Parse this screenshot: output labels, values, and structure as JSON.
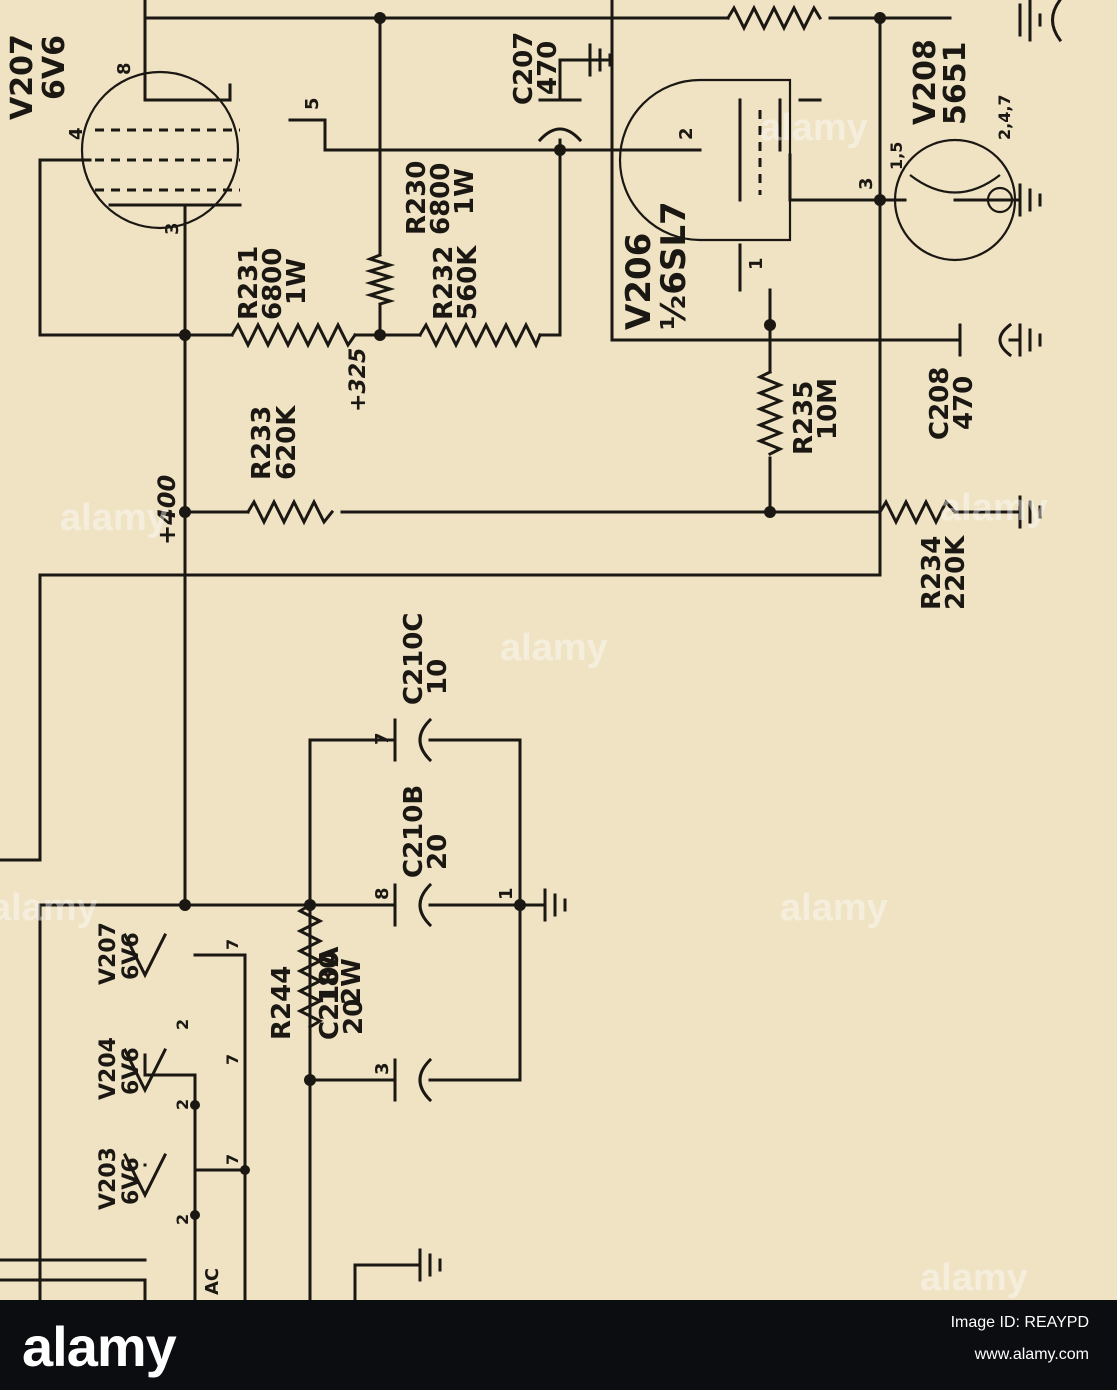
{
  "schematic": {
    "tubes": [
      {
        "ref": "V207",
        "type": "6V6"
      },
      {
        "ref": "V206",
        "type": "½6SL7"
      },
      {
        "ref": "V208",
        "type": "5651"
      }
    ],
    "resistors": [
      {
        "ref": "R231",
        "value": "6800",
        "rating": "1W"
      },
      {
        "ref": "R230",
        "value": "6800",
        "rating": "1W"
      },
      {
        "ref": "R232",
        "value": "560K"
      },
      {
        "ref": "R233",
        "value": "620K"
      },
      {
        "ref": "R235",
        "value": "10M"
      },
      {
        "ref": "R234",
        "value": "220K"
      },
      {
        "ref": "R244",
        "value": "180",
        "rating": "2W"
      }
    ],
    "capacitors": [
      {
        "ref": "C207",
        "value": "470"
      },
      {
        "ref": "C208",
        "value": "470"
      },
      {
        "ref": "C210C",
        "value": "10"
      },
      {
        "ref": "C210B",
        "value": "20"
      },
      {
        "ref": "C210A",
        "value": "20"
      }
    ],
    "voltages": {
      "v400": "+400",
      "v325": "+325"
    },
    "pins": {
      "v207_pin8": "8",
      "v207_pin4": "4",
      "v207_pin5": "5",
      "v207_pin3": "3",
      "v206_pin2": "2",
      "v206_pin1": "1",
      "v206_pin3": "3",
      "v208_pin15": "1,5",
      "v208_pin247": "2,4,7",
      "c210c_pin": "7",
      "c210b_pin": "8",
      "c210a_pin": "3",
      "junction_pin": "1"
    },
    "heaters": [
      {
        "ref": "V207",
        "type": "6V6",
        "pin_a": "7",
        "pin_b": "2"
      },
      {
        "ref": "V204",
        "type": "6V6",
        "pin_a": "7",
        "pin_b": "2"
      },
      {
        "ref": "V203",
        "type": "6V6",
        "pin_a": "7",
        "pin_b": "2"
      }
    ],
    "ac_label": "AC"
  },
  "watermark": {
    "text": "alamy"
  },
  "footer": {
    "logo": "alamy",
    "image_id": "Image ID: REAYPD",
    "url": "www.alamy.com"
  }
}
